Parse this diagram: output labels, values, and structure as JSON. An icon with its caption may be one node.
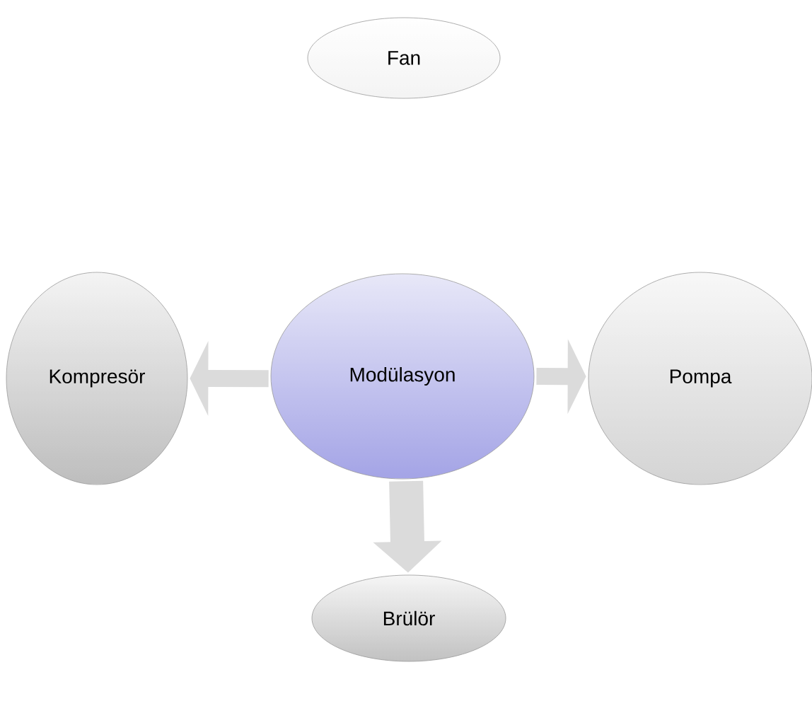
{
  "diagram": {
    "nodes": [
      {
        "text": [
          "Fan"
        ]
      },
      {
        "text": [
          "Kompresör"
        ]
      },
      {
        "text": [
          "Modülasyon"
        ]
      },
      {
        "text": [
          "Pompa"
        ]
      },
      {
        "text": [
          "Brülör"
        ]
      }
    ],
    "edges": [
      {
        "from": 2,
        "to": 1,
        "arrow": "to",
        "style": "thick"
      },
      {
        "from": 2,
        "to": 3,
        "arrow": "to",
        "style": "thick"
      },
      {
        "from": 2,
        "to": 4,
        "arrow": "to",
        "style": "thick"
      }
    ]
  }
}
